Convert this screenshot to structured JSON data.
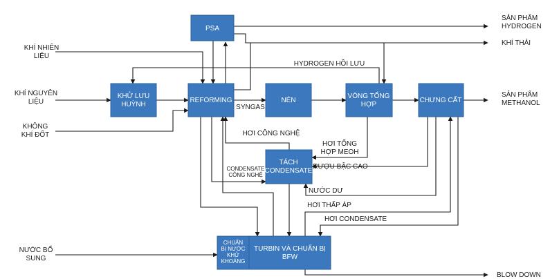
{
  "boxes": {
    "psa": [
      "PSA"
    ],
    "khu_luu_huynh": [
      "KHỬ LƯU",
      "HUỲNH"
    ],
    "reforming": [
      "REFORMING"
    ],
    "nen": [
      "NÉN"
    ],
    "vong_tong_hop": [
      "VÒNG TỔNG",
      "HỢP"
    ],
    "chung_cat": [
      "CHƯNG CẤT"
    ],
    "tach_condensate": [
      "TÁCH",
      "CONDENSATE"
    ],
    "chuan_bi_nuoc_khu_khoang": [
      "CHUẨN",
      "BỊ NƯỚC",
      "KHỬ",
      "KHOÁNG"
    ],
    "turbin_bfw": [
      "TURBIN VÀ CHUẨN BỊ",
      "BFW"
    ]
  },
  "labels": {
    "san_pham_hydrogen": [
      "SẢN PHẨM",
      "HYDROGEN"
    ],
    "khi_thai": [
      "KHÍ THẢI"
    ],
    "khi_nhien_lieu": [
      "KHÍ NHIÊN",
      "LIỆU"
    ],
    "hydrogen_hoi_luu": [
      "HYDROGEN HỒI LƯU"
    ],
    "khi_nguyen_lieu": [
      "KHÍ NGUYÊN",
      "LIỆU"
    ],
    "san_pham_methanol": [
      "SẢN PHẨM",
      "METHANOL"
    ],
    "syngas": [
      "SYNGAS"
    ],
    "khong_khi_dot": [
      "KHÔNG",
      "KHÍ ĐỐT"
    ],
    "hoi_cong_nghe": [
      "HƠI CÔNG NGHỆ"
    ],
    "hoi_tong_hop_meoh": [
      "HƠI TỔNG",
      "HỢP MEOH"
    ],
    "condensate_cong_nghe": [
      "CONDENSATE",
      "CÔNG NGHỆ"
    ],
    "ruou_bac_cao": [
      "RƯỢU BẬC CAO"
    ],
    "nuoc_du": [
      "NƯỚC DƯ"
    ],
    "hoi_thap_ap": [
      "HƠI THẤP ÁP"
    ],
    "hoi_condensate": [
      "HƠI CONDENSATE"
    ],
    "nuoc_bo_sung": [
      "NƯỚC BỔ",
      "SUNG"
    ],
    "blow_down": [
      "BLOW DOWN"
    ]
  }
}
